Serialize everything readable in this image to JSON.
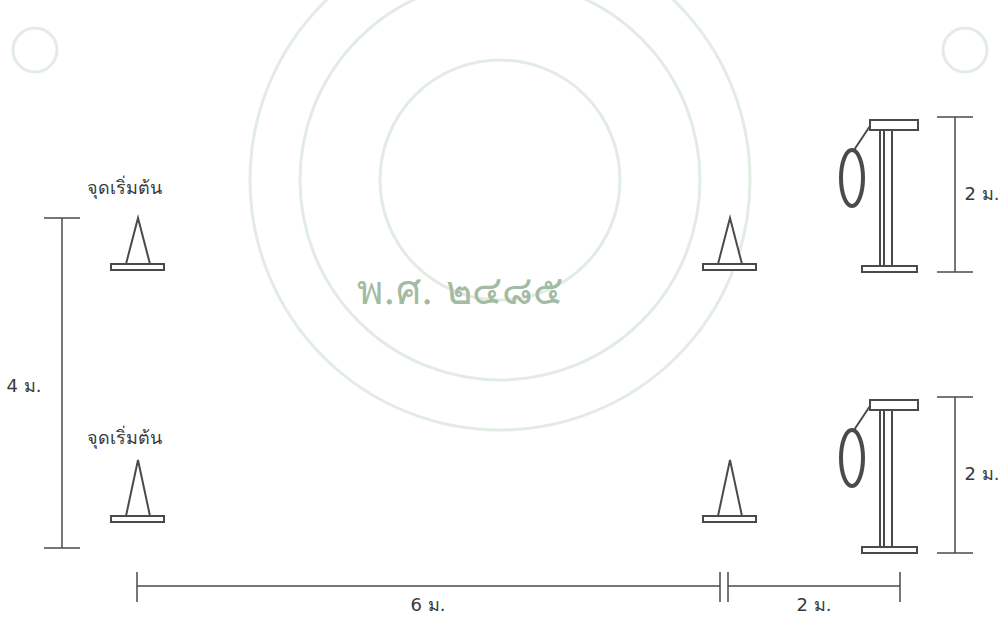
{
  "diagram": {
    "labels": [
      "จุดเริ่มต้น",
      "จุดเริ่มต้น",
      "4 ม.",
      "2 ม.",
      "2 ม.",
      "6 ม.",
      "2 ม.",
      "พ.ศ. ๒๔๘๕"
    ]
  }
}
